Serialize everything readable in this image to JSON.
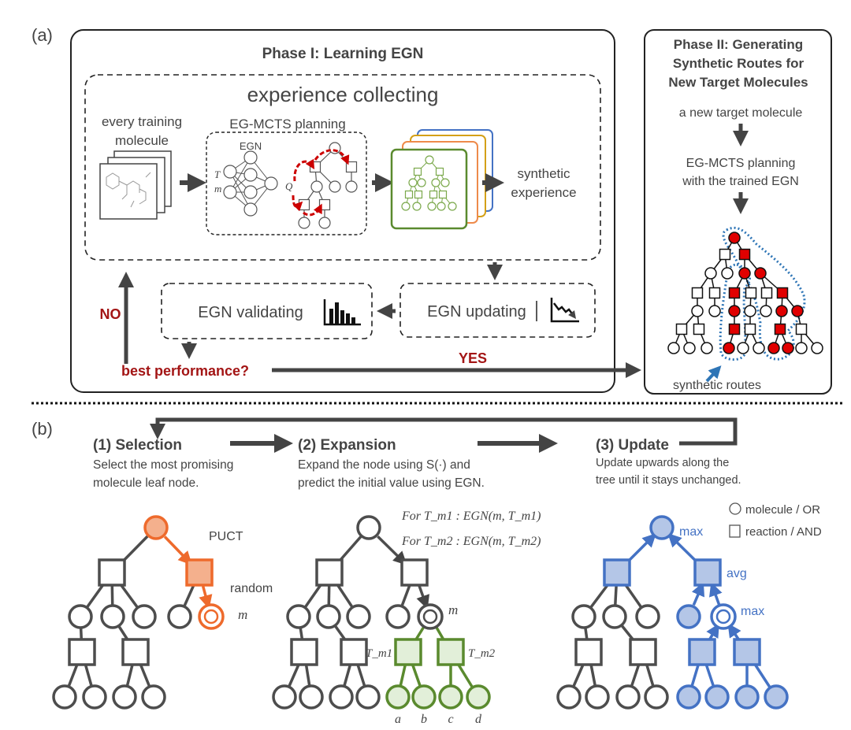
{
  "panel_a": {
    "label": "(a)",
    "phase1": {
      "title": "Phase I: Learning EGN",
      "experience_collecting": "experience collecting",
      "training_molecule": [
        "every training",
        "molecule"
      ],
      "egmcts_planning": "EG-MCTS planning",
      "egn": "EGN",
      "input_T": "T",
      "input_m": "m",
      "output_Q": "Q",
      "synthetic_experience": [
        "synthetic",
        "experience"
      ],
      "egn_updating": "EGN updating",
      "egn_validating": "EGN validating",
      "best_performance": "best performance?",
      "no": "NO",
      "yes": "YES"
    },
    "phase2": {
      "title": [
        "Phase II: Generating",
        "Synthetic Routes for",
        "New Target Molecules"
      ],
      "new_target": "a new target molecule",
      "planning": [
        "EG-MCTS planning",
        "with the trained EGN"
      ],
      "synthetic_routes": "synthetic routes"
    }
  },
  "panel_b": {
    "label": "(b)",
    "steps": [
      {
        "title": "(1) Selection",
        "desc": [
          "Select the most promising",
          "molecule leaf node."
        ]
      },
      {
        "title": "(2) Expansion",
        "desc": [
          "Expand the node using S(·) and",
          "predict the initial value using EGN."
        ]
      },
      {
        "title": "(3) Update",
        "desc": [
          "Update upwards along the",
          "tree until it stays unchanged."
        ]
      }
    ],
    "selection_labels": {
      "puct": "PUCT",
      "random": "random",
      "m": "m"
    },
    "expansion_labels": {
      "for_t1": "For T_m1 : EGN(m, T_m1)",
      "for_t2": "For T_m2 : EGN(m, T_m2)",
      "m": "m",
      "t1": "T_m1",
      "t2": "T_m2",
      "leaves": [
        "a",
        "b",
        "c",
        "d"
      ]
    },
    "update_labels": {
      "max_root": "max",
      "avg": "avg",
      "max_node": "max"
    },
    "legend": {
      "molecule": "molecule / OR",
      "reaction": "reaction / AND"
    }
  },
  "colors": {
    "gray": "#444444",
    "red_text": "#a31515",
    "selection_orange": "#ee6a2c",
    "selection_fill": "#f4b08d",
    "expansion_green": "#5a8a2e",
    "expansion_fill": "#e2efd9",
    "update_blue": "#4472c4",
    "update_fill": "#b4c6e7",
    "route_red": "#e00000",
    "route_outline": "#2e75b6"
  }
}
